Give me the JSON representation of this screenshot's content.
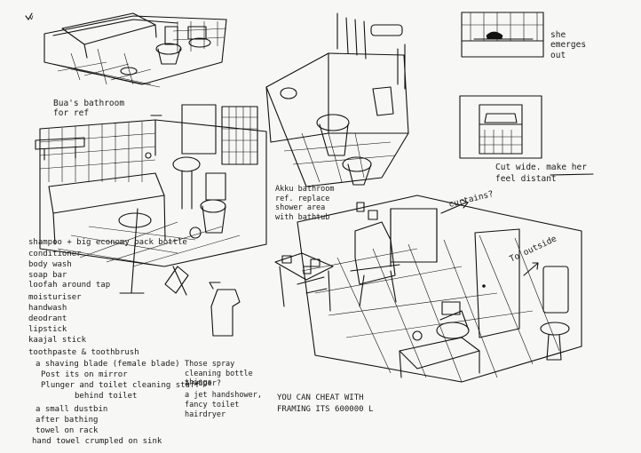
{
  "sketch_labels": {
    "corner_mark": "v",
    "bua_bathroom": "Bua's bathroom for ref",
    "akku_bathroom": "Akku bathroom ref. replace shower area with bathtub",
    "she_emerges": "she emerges out",
    "cut_wide": "Cut wide. make her feel distant",
    "curtains": "curtains?",
    "to_outside": "To outside",
    "cheat_framing": "YOU CAN CHEAT WITH FRAMING ITS 600000 L"
  },
  "prop_list_left": [
    "shampoo + big economy pack bottle",
    "conditioner",
    "body wash",
    "soap bar",
    "loofah around tap",
    "moisturiser",
    "handwash",
    "deodrant",
    "lipstick",
    "kaajal stick",
    "toothpaste & toothbrush",
    "a shaving blade (female blade)",
    "Post its on mirror",
    "Plunger and toilet cleaning stuff",
    "behind toilet",
    "a small dustbin",
    "after bathing",
    "towel on rack",
    "hand towel crumpled on sink"
  ],
  "prop_list_right": [
    "Those spray cleaning bottle things",
    "a wiper?",
    "a jet handshower, fancy toilet",
    "hairdryer"
  ]
}
